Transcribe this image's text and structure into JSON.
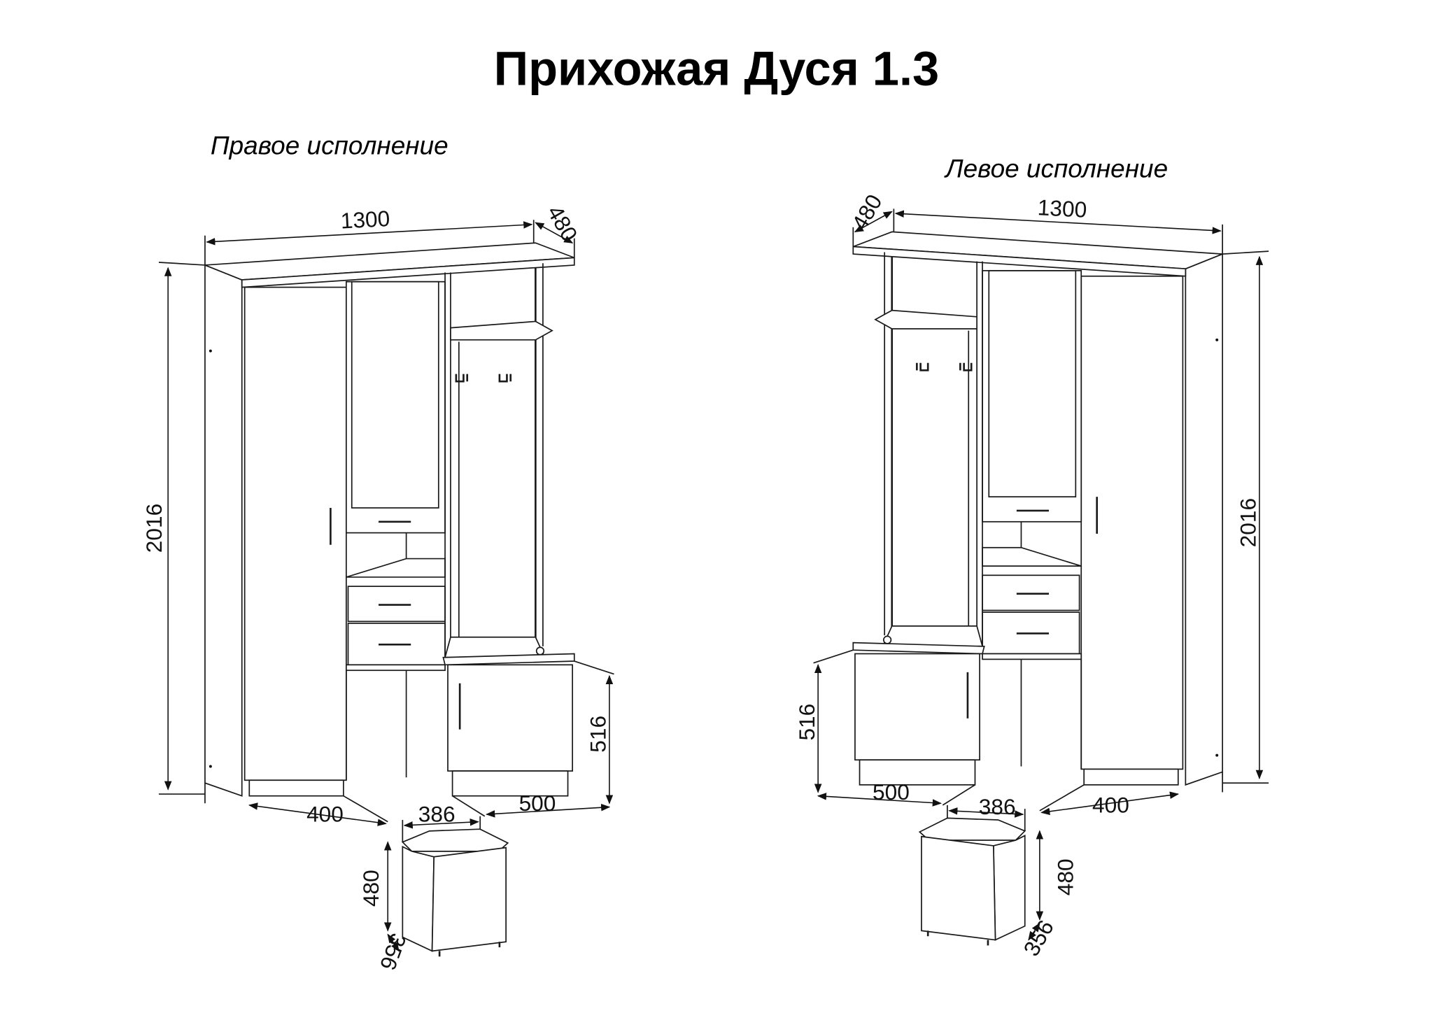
{
  "title": "Прихожая Дуся 1.3",
  "variants": [
    {
      "label": "Правое исполнение",
      "dimensions": {
        "width": "1300",
        "depth": "480",
        "height": "2016",
        "cabinet_height": "516",
        "cabinet_width": "500",
        "wardrobe_width": "400"
      },
      "stool": {
        "width": "386",
        "height": "480",
        "depth": "356"
      }
    },
    {
      "label": "Левое исполнение",
      "dimensions": {
        "width": "1300",
        "depth": "480",
        "height": "2016",
        "cabinet_height": "516",
        "cabinet_width": "500",
        "wardrobe_width": "400"
      },
      "stool": {
        "width": "386",
        "height": "480",
        "depth": "356"
      }
    }
  ]
}
